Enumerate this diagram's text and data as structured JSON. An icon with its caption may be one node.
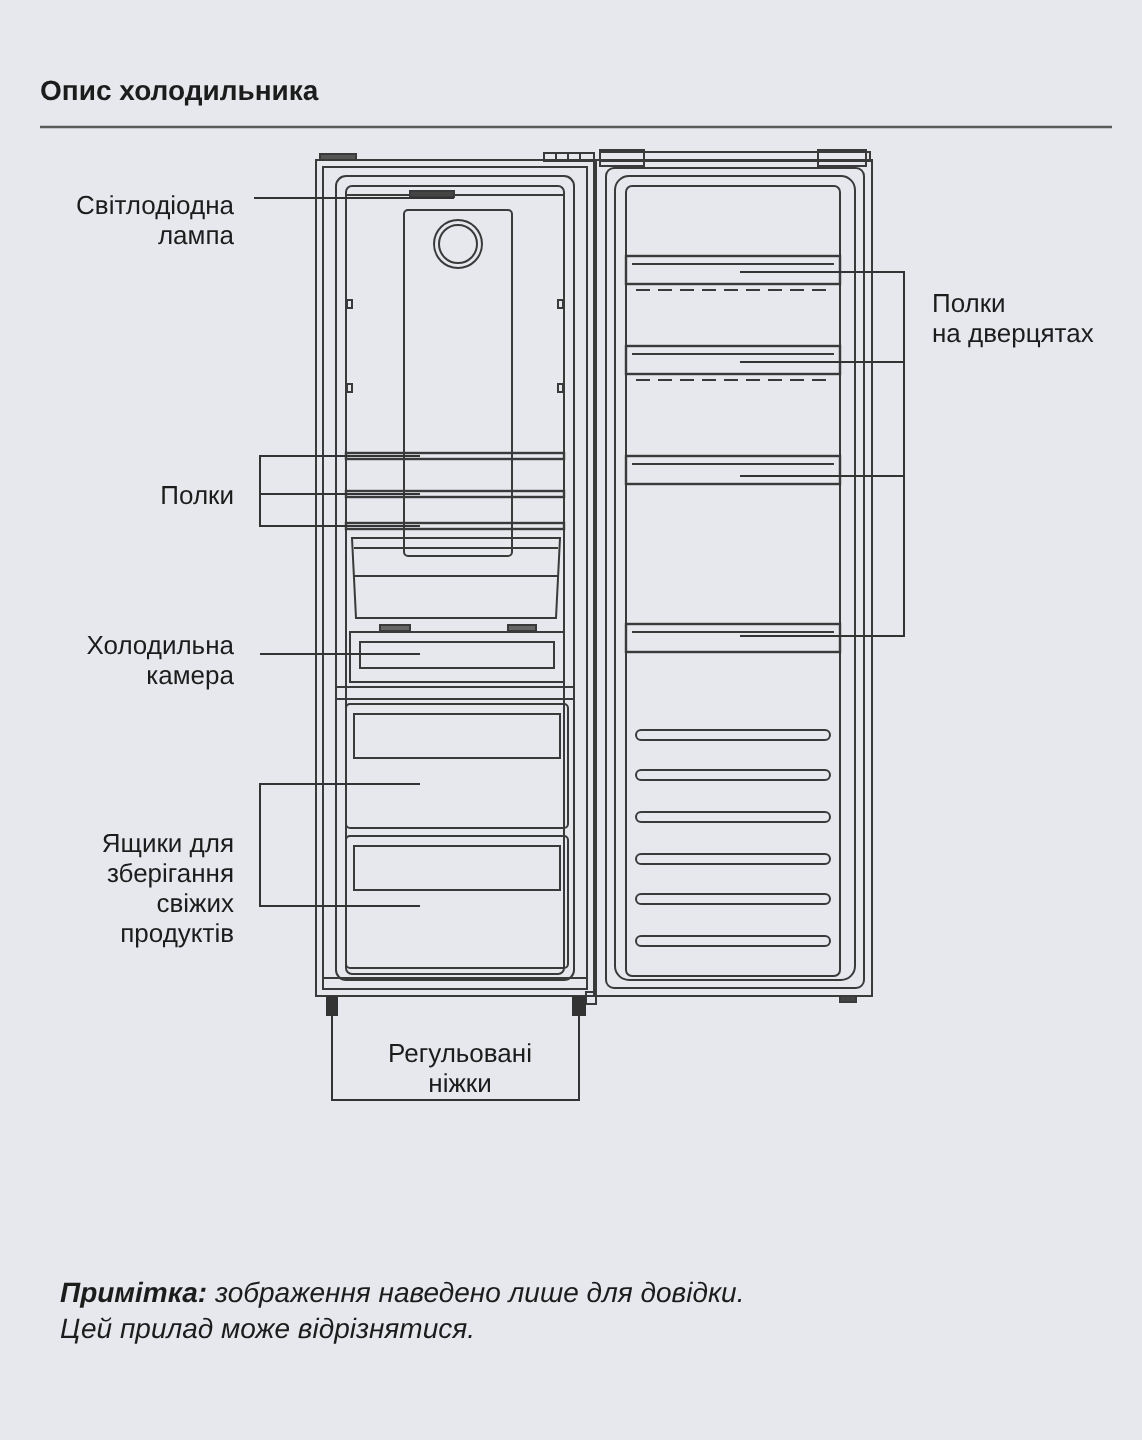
{
  "diagram": {
    "title": "Опис холодильника",
    "nodes": [
      {
        "text": [
          "Світлодіодна лампа"
        ]
      },
      {
        "text": [
          "Полки на дверцятах"
        ]
      },
      {
        "text": [
          "Полки"
        ]
      },
      {
        "text": [
          "Холодильна камера"
        ]
      },
      {
        "text": [
          "Ящики для зберігання свіжих продуктів"
        ]
      },
      {
        "text": [
          "Регульовані ніжки"
        ]
      },
      {
        "text": [],
        "shape": "box"
      },
      {
        "text": [],
        "shape": "box"
      }
    ],
    "edges": [
      {
        "from": 0,
        "to": null,
        "arrow": "none"
      },
      {
        "from": 1,
        "to": null,
        "arrow": "none"
      },
      {
        "from": 1,
        "to": null,
        "arrow": "none"
      },
      {
        "from": 1,
        "to": null,
        "arrow": "none"
      },
      {
        "from": 1,
        "to": null,
        "arrow": "none"
      },
      {
        "from": 2,
        "to": null,
        "arrow": "none"
      },
      {
        "from": 2,
        "to": null,
        "arrow": "none"
      },
      {
        "from": 2,
        "to": null,
        "arrow": "none"
      },
      {
        "from": 3,
        "to": null,
        "arrow": "none"
      },
      {
        "from": 4,
        "to": null,
        "arrow": "none"
      },
      {
        "from": 4,
        "to": null,
        "arrow": "none"
      },
      {
        "from": 5,
        "to": 6,
        "arrow": "none"
      },
      {
        "from": 5,
        "to": 7,
        "arrow": "none"
      }
    ],
    "labels": [
      "**Примітка:** зображення наведено лише для довідки. Цей прилад може відрізнятися."
    ]
  }
}
